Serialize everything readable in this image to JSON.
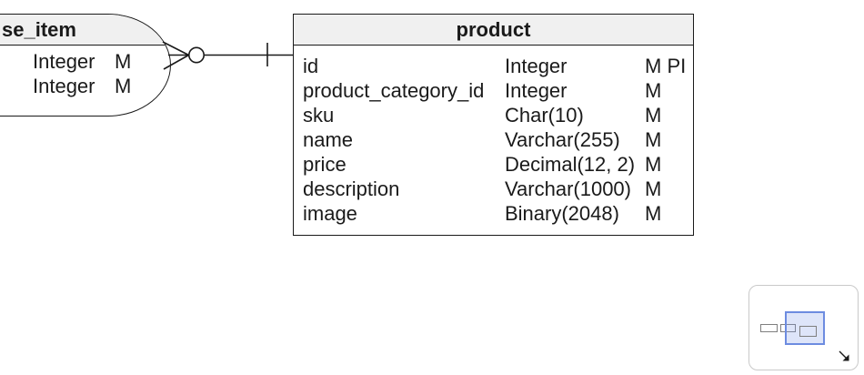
{
  "diagram": {
    "tool": "database-er-diagram-canvas",
    "entities": [
      {
        "id": "purchase-item",
        "title": "se_item",
        "title_note": "entity partially clipped by left viewport edge",
        "rows": [
          {
            "type": "Integer",
            "flags": "M"
          },
          {
            "type": "Integer",
            "flags": "M"
          }
        ]
      },
      {
        "id": "product",
        "title": "product",
        "rows": [
          {
            "name": "id",
            "type": "Integer",
            "flags": "M PI"
          },
          {
            "name": "product_category_id",
            "type": "Integer",
            "flags": "M"
          },
          {
            "name": "sku",
            "type": "Char(10)",
            "flags": "M"
          },
          {
            "name": "name",
            "type": "Varchar(255)",
            "flags": "M"
          },
          {
            "name": "price",
            "type": "Decimal(12, 2)",
            "flags": "M"
          },
          {
            "name": "description",
            "type": "Varchar(1000)",
            "flags": "M"
          },
          {
            "name": "image",
            "type": "Binary(2048)",
            "flags": "M"
          }
        ]
      }
    ],
    "relationship": {
      "source": "se_item",
      "target": "product",
      "source_cardinality": "zero-or-many",
      "target_cardinality": "one"
    }
  },
  "minimap": {
    "resize_icon": "arrow-down-right",
    "viewport_border": "#6d8ce0",
    "viewport_fill": "rgba(122,151,230,0.25)",
    "shape_border": "#7f7f7f",
    "panel_border": "#c9c9c9"
  },
  "colors": {
    "canvas_bg": "#ffffff",
    "entity_border": "#1a1a1a",
    "entity_header_bg": "#f0f0f0",
    "text": "#1a1a1a"
  }
}
